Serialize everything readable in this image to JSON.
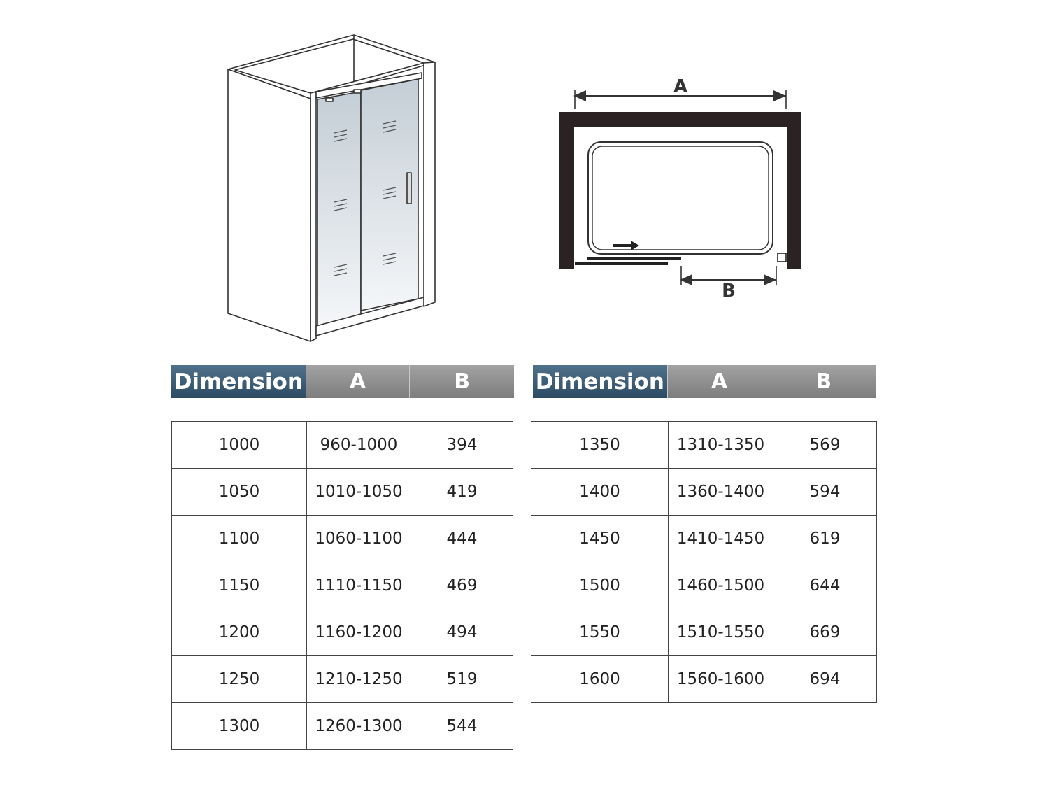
{
  "plan_labels": {
    "a": "A",
    "b": "B"
  },
  "table_header": {
    "dimension": "Dimension",
    "a": "A",
    "b": "B"
  },
  "tables": [
    {
      "rows": [
        {
          "dimension": "1000",
          "a": "960-1000",
          "b": "394"
        },
        {
          "dimension": "1050",
          "a": "1010-1050",
          "b": "419"
        },
        {
          "dimension": "1100",
          "a": "1060-1100",
          "b": "444"
        },
        {
          "dimension": "1150",
          "a": "1110-1150",
          "b": "469"
        },
        {
          "dimension": "1200",
          "a": "1160-1200",
          "b": "494"
        },
        {
          "dimension": "1250",
          "a": "1210-1250",
          "b": "519"
        },
        {
          "dimension": "1300",
          "a": "1260-1300",
          "b": "544"
        }
      ]
    },
    {
      "rows": [
        {
          "dimension": "1350",
          "a": "1310-1350",
          "b": "569"
        },
        {
          "dimension": "1400",
          "a": "1360-1400",
          "b": "594"
        },
        {
          "dimension": "1450",
          "a": "1410-1450",
          "b": "619"
        },
        {
          "dimension": "1500",
          "a": "1460-1500",
          "b": "644"
        },
        {
          "dimension": "1550",
          "a": "1510-1550",
          "b": "669"
        },
        {
          "dimension": "1600",
          "a": "1560-1600",
          "b": "694"
        }
      ]
    }
  ]
}
